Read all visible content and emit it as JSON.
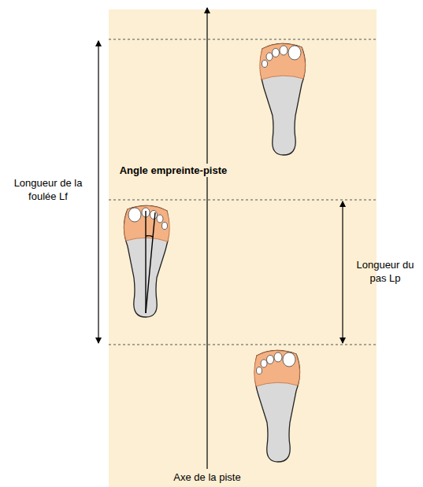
{
  "diagram": {
    "labels": [
      "Longueur de la foulée Lf",
      "Angle empreinte-piste",
      "Longueur du pas Lp",
      "Axe de la piste"
    ]
  }
}
